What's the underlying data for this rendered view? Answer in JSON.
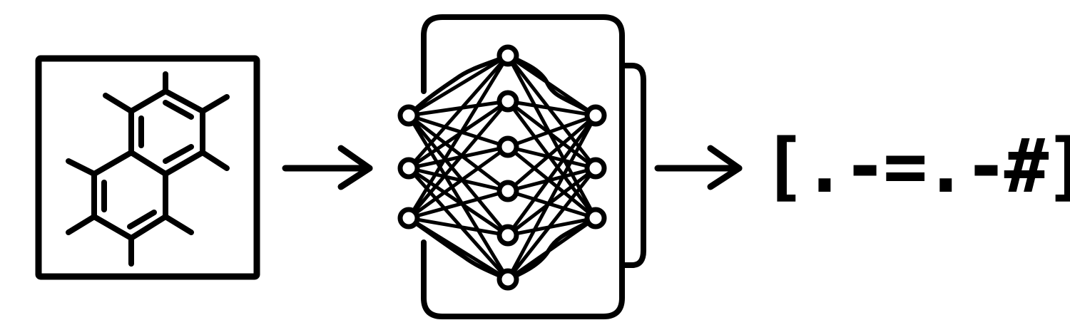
{
  "diagram": {
    "type": "pipeline",
    "stages": [
      {
        "id": "input",
        "label": "molecule-structure-image",
        "icon": "molecule-icon"
      },
      {
        "id": "model",
        "label": "neural-network",
        "icon": "neural-network-icon"
      },
      {
        "id": "output",
        "label": "token-sequence",
        "text": "[.-=.-#]"
      }
    ],
    "edges": [
      {
        "from": "input",
        "to": "model",
        "icon": "arrow-right-icon"
      },
      {
        "from": "model",
        "to": "output",
        "icon": "arrow-right-icon"
      }
    ],
    "network": {
      "layers": [
        3,
        6,
        3
      ]
    },
    "colors": {
      "stroke": "#000000",
      "background": "#ffffff"
    }
  }
}
